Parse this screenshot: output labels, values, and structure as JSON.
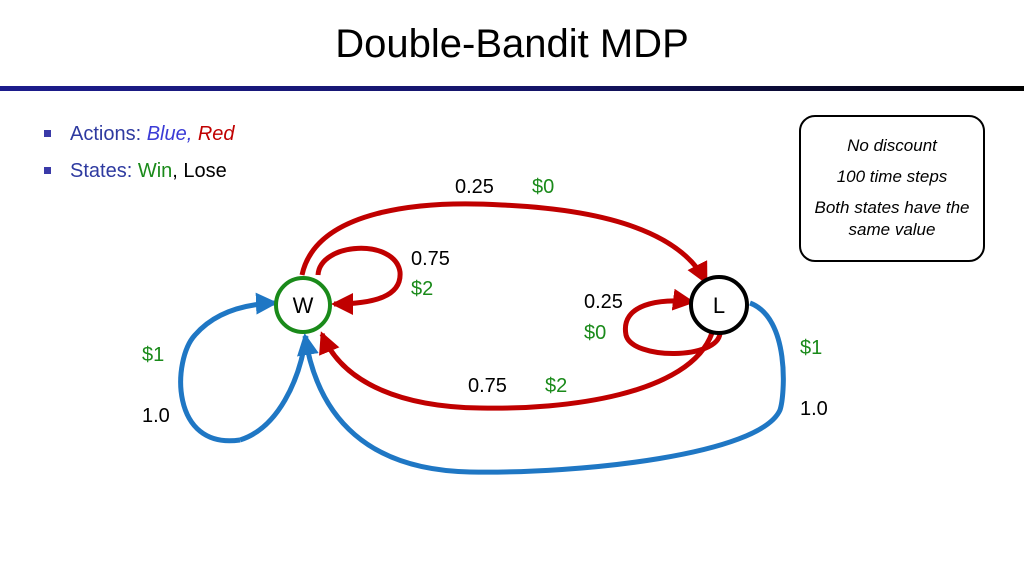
{
  "title": "Double-Bandit MDP",
  "bullets": {
    "actions": {
      "label": "Actions: ",
      "blue": "Blue,",
      "red": "Red"
    },
    "states": {
      "label": "States: ",
      "win": "Win",
      "sep": ", ",
      "lose": "Lose"
    }
  },
  "info_box": {
    "line1": "No discount",
    "line2": "100 time steps",
    "line3": "Both states have the same value"
  },
  "nodes": {
    "win": {
      "label": "W",
      "color": "#1a8a1a"
    },
    "lose": {
      "label": "L",
      "color": "#000000"
    }
  },
  "edges": {
    "red_w_to_l": {
      "prob": "0.25",
      "reward": "$0"
    },
    "red_w_self": {
      "prob": "0.75",
      "reward": "$2"
    },
    "red_l_self": {
      "prob": "0.25",
      "reward": "$0"
    },
    "red_l_to_w": {
      "prob": "0.75",
      "reward": "$2"
    },
    "blue_w_self": {
      "reward": "$1",
      "prob": "1.0"
    },
    "blue_l_to_w": {
      "reward": "$1",
      "prob": "1.0"
    }
  },
  "colors": {
    "red_action": "#c00000",
    "blue_action": "#1f77c4",
    "win": "#1a8a1a",
    "title_rule": "#1c1c8c"
  }
}
